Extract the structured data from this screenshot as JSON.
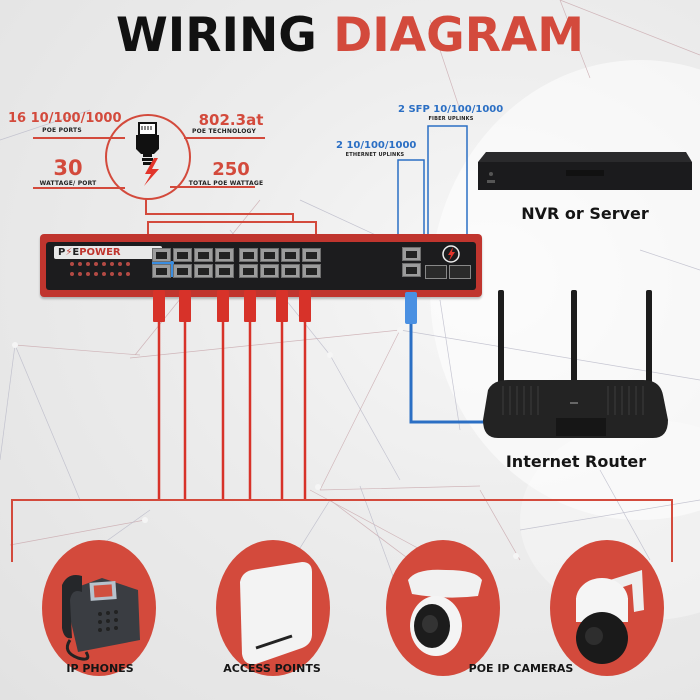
{
  "title": {
    "part1": "WIRING",
    "part2": "DIAGRAM"
  },
  "colors": {
    "accent_red": "#d34a3c",
    "uplink_blue": "#2b6fc4",
    "text_dark": "#151515"
  },
  "specs": {
    "poe_ports": {
      "value": "16 10/100/1000",
      "label": "POE PORTS"
    },
    "poe_technology": {
      "value": "802.3at",
      "label": "POE TECHNOLOGY"
    },
    "wattage_port": {
      "value": "30",
      "label": "WATTAGE/ PORT"
    },
    "total_wattage": {
      "value": "250",
      "label": "TOTAL POE WATTAGE"
    },
    "center_icon": "ethernet-plug-lightning-icon"
  },
  "uplinks": {
    "sfp": {
      "value": "2 SFP 10/100/1000",
      "label": "FIBER UPLINKS"
    },
    "ethernet": {
      "value": "2 10/100/1000",
      "label": "ETHERNET UPLINKS"
    }
  },
  "switch": {
    "brand_part1": "P",
    "brand_part2": "E",
    "brand_part3": "POWER",
    "logo_icon": "lightning-bolt-icon"
  },
  "devices": {
    "nvr": {
      "label": "NVR or Server",
      "icon": "nvr-icon"
    },
    "router": {
      "label": "Internet Router",
      "icon": "router-icon"
    }
  },
  "endpoints": [
    {
      "label": "IP PHONES",
      "icon": "ip-phone-icon"
    },
    {
      "label": "ACCESS POINTS",
      "icon": "access-point-icon"
    },
    {
      "label": "POE IP CAMERAS",
      "icon": "dome-camera-icon"
    },
    {
      "label": "",
      "icon": "ptz-camera-icon"
    }
  ]
}
